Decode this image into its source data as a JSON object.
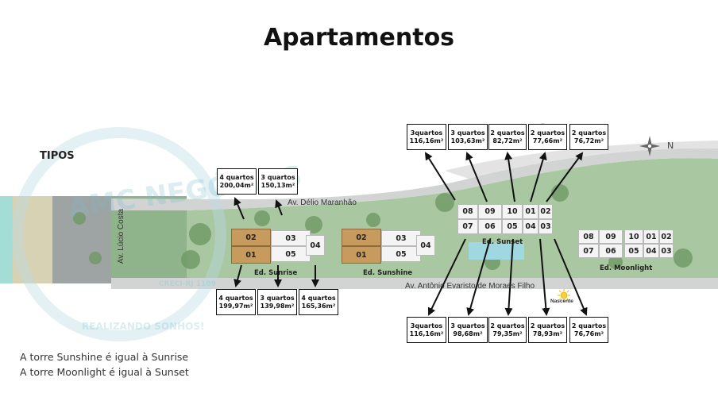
{
  "title": "Apartamentos",
  "section_label": "TIPOS",
  "watermark": {
    "brand": "AMC NEGÓCIOS",
    "slogan": "REALIZANDO SONHOS!",
    "creci": "CRECI-RJ 1109"
  },
  "streets": {
    "top": "Av. Délio Maranhão",
    "bottom": "Av. Antônio Evaristo de Moraes Filho",
    "left": "Av. Lúcio Costa"
  },
  "compass_label": "N",
  "sun_label": "Nascente",
  "buildings": {
    "sunrise": {
      "name": "Ed. Sunrise",
      "units": [
        "02",
        "01",
        "03",
        "05",
        "04"
      ]
    },
    "sunshine": {
      "name": "Ed. Sunshine",
      "units": [
        "02",
        "01",
        "03",
        "05",
        "04"
      ]
    },
    "sunset": {
      "name": "Ed. Sunset",
      "units": [
        "08",
        "09",
        "10",
        "01",
        "02",
        "07",
        "06",
        "05",
        "04",
        "03"
      ]
    },
    "moonlight": {
      "name": "Ed. Moonlight",
      "units": [
        "08",
        "09",
        "10",
        "01",
        "02",
        "07",
        "06",
        "05",
        "04",
        "03"
      ]
    }
  },
  "unit_types": {
    "sunrise_top": [
      {
        "rooms": "4 quartos",
        "area": "200,04m²"
      },
      {
        "rooms": "3 quartos",
        "area": "150,13m²"
      }
    ],
    "sunrise_bottom": [
      {
        "rooms": "4 quartos",
        "area": "199,97m²"
      },
      {
        "rooms": "3 quartos",
        "area": "139,98m²"
      },
      {
        "rooms": "4 quartos",
        "area": "165,36m²"
      }
    ],
    "sunset_top": [
      {
        "rooms": "3quartos",
        "area": "116,16m²"
      },
      {
        "rooms": "3 quartos",
        "area": "103,63m²"
      },
      {
        "rooms": "2 quartos",
        "area": "82,72m²"
      },
      {
        "rooms": "2 quartos",
        "area": "77,66m²"
      },
      {
        "rooms": "2 quartos",
        "area": "76,72m²"
      }
    ],
    "sunset_bottom": [
      {
        "rooms": "3quartos",
        "area": "116,16m²"
      },
      {
        "rooms": "3 quartos",
        "area": "98,68m²"
      },
      {
        "rooms": "2 quartos",
        "area": "79,35m²"
      },
      {
        "rooms": "2 quartos",
        "area": "78,93m²"
      },
      {
        "rooms": "2 quartos",
        "area": "76,76m²"
      }
    ]
  },
  "notes": [
    "A torre Sunshine é igual à Sunrise",
    "A torre Moonlight é igual à Sunset"
  ],
  "colors": {
    "tan": "#c79a5d",
    "border": "#111111",
    "water": "#9fd8d4"
  }
}
